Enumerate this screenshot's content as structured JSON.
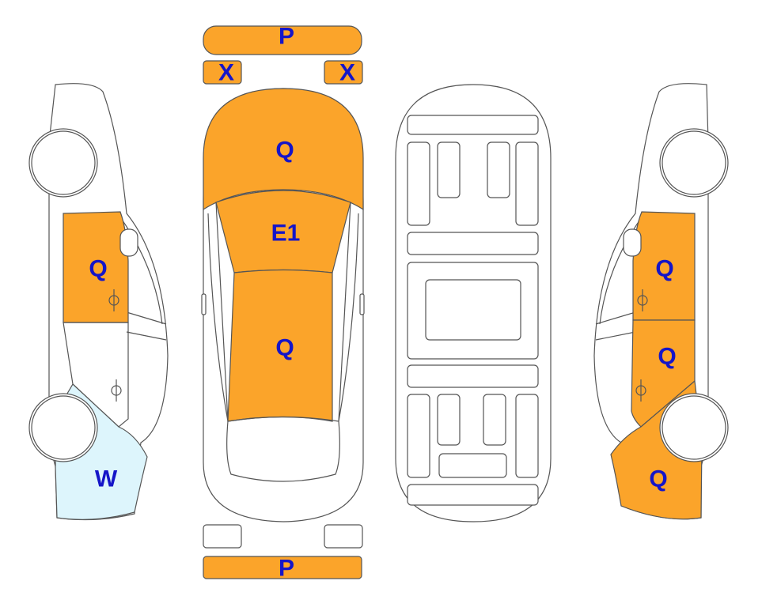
{
  "colors": {
    "damaged": "#FBA42A",
    "window": "#DDF5FC",
    "label": "#1515C8",
    "outline": "#555555",
    "body": "#FFFFFF"
  },
  "labels": {
    "front_bumper": "P",
    "headlight_left": "X",
    "headlight_right": "X",
    "hood": "Q",
    "windshield": "E1",
    "roof": "Q",
    "rear_bumper": "P",
    "left_front_door": "Q",
    "left_rear_window": "W",
    "right_front_door": "Q",
    "right_rear_door": "Q",
    "right_rear_quarter": "Q"
  }
}
